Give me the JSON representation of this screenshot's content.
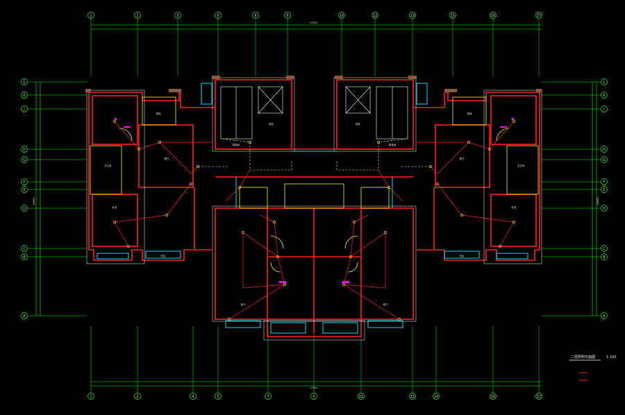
{
  "drawing": {
    "background": "#000000",
    "colors": {
      "grid": "#00ff00",
      "wall": "#ff2020",
      "wiring": "#ff2020",
      "fixture": "#ffff00",
      "window": "#00e0ff",
      "accent": "#ff00ff",
      "text": "#d8d8d8",
      "outline": "#ffffff"
    },
    "top_axis_labels": [
      "1",
      "2",
      "3",
      "5",
      "6",
      "8",
      "10",
      "12",
      "13",
      "15",
      "16",
      "17"
    ],
    "bottom_axis_labels": [
      "1",
      "2",
      "4",
      "5",
      "7",
      "9",
      "11",
      "13",
      "14",
      "16",
      "17"
    ],
    "left_axis_labels": [
      "L",
      "K",
      "J",
      "H",
      "G",
      "F",
      "E",
      "D",
      "C",
      "B",
      "A"
    ],
    "right_axis_labels": [
      "L",
      "K",
      "J",
      "H",
      "G",
      "F",
      "E",
      "D",
      "C",
      "B",
      "A"
    ],
    "top_dimension_total": "47600",
    "bottom_dimension_total": "47600",
    "side_dimension_total": "18900",
    "room_labels": [
      "卧室",
      "客厅",
      "卫生间",
      "厨房",
      "餐厅",
      "阳台",
      "电梯",
      "楼梯间"
    ],
    "title_block": {
      "title": "二层照明平面图",
      "scale": "1:100"
    }
  }
}
